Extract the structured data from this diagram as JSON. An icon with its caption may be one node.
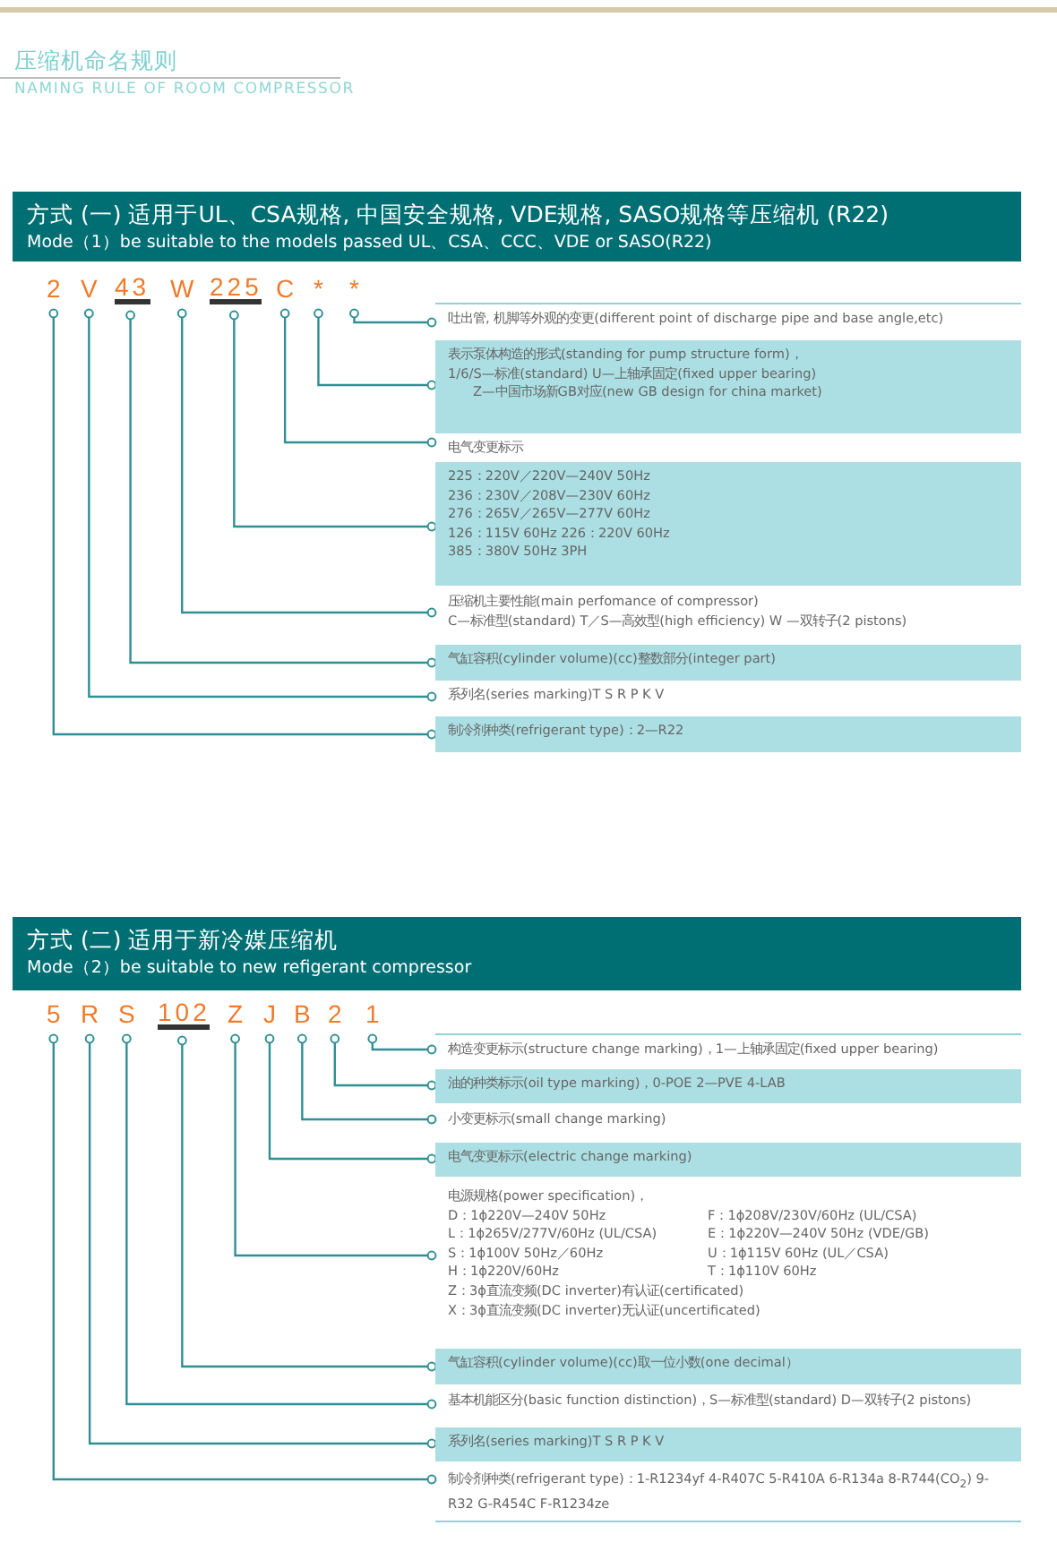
{
  "diagram": {
    "title": "压缩机命名规则",
    "nodes": [
      {
        "text": [
          "方式 (一) 适用于UL、CSA规格, 中国安全规格, VDE规格, SASO规格等压缩机 (R22)",
          "Mode（1）be suitable to the models passed UL、CSA、CCC、VDE or SASO(R22)"
        ]
      },
      {
        "text": [
          "2"
        ]
      },
      {
        "text": [
          "V"
        ]
      },
      {
        "text": [
          "43"
        ]
      },
      {
        "text": [
          "W"
        ]
      },
      {
        "text": [
          "225"
        ]
      },
      {
        "text": [
          "C"
        ]
      },
      {
        "text": [
          "*"
        ]
      },
      {
        "text": [
          "*"
        ]
      },
      {
        "text": [
          "吐出管, 机脚等外观的变更(different point of discharge pipe and base angle,etc)"
        ]
      },
      {
        "text": [
          "表示泵体构造的形式(standing for pump structure form)，",
          "1/6/S—标准(standard) U—上轴承固定(fixed upper bearing)",
          "Z—中国市场新GB对应(new GB design for china market)"
        ]
      },
      {
        "text": [
          "电气变更标示"
        ]
      },
      {
        "text": [
          "225：220V／220V—240V 50Hz",
          "236：230V／208V—230V 60Hz",
          "276：265V／265V—277V 60Hz",
          "126：115V 60Hz 226：220V 60Hz",
          "385：380V 50Hz 3PH"
        ]
      },
      {
        "text": [
          "压缩机主要性能(main perfomance of compressor)",
          "C—标准型(standard)  T／S—高效型(high efficiency) W —双转子(2 pistons)"
        ]
      },
      {
        "text": [
          "气缸容积(cylinder volume)(cc)整数部分(integer part)"
        ]
      },
      {
        "text": [
          "系列名(series marking)T S R P K V"
        ]
      },
      {
        "text": [
          "制冷剂种类(refrigerant type)：2—R22"
        ]
      },
      {
        "text": [
          "方式 (二) 适用于新冷媒压缩机",
          "Mode（2）be suitable to new refigerant compressor"
        ]
      },
      {
        "text": [
          "5"
        ]
      },
      {
        "text": [
          "R"
        ]
      },
      {
        "text": [
          "S"
        ]
      },
      {
        "text": [
          "102"
        ]
      },
      {
        "text": [
          "Z"
        ]
      },
      {
        "text": [
          "J"
        ]
      },
      {
        "text": [
          "B"
        ]
      },
      {
        "text": [
          "2"
        ]
      },
      {
        "text": [
          "1"
        ]
      },
      {
        "text": [
          "构造变更标示(structure change marking)，1—上轴承固定(fixed upper bearing)"
        ]
      },
      {
        "text": [
          "油的种类标示(oil type marking)，0-POE  2—PVE  4-LAB"
        ]
      },
      {
        "text": [
          "小变更标示(small change marking)"
        ]
      },
      {
        "text": [
          "电气变更标示(electric change marking)"
        ]
      },
      {
        "text": [
          "电源规格(power specification)，",
          "D：1ϕ220V—240V 50Hz",
          "F：1ϕ208V/230V/60Hz (UL/CSA)",
          "L：1ϕ265V/277V/60Hz (UL/CSA)",
          "E：1ϕ220V—240V 50Hz (VDE/GB)",
          "S：1ϕ100V 50Hz／60Hz",
          "U：1ϕ115V 60Hz (UL／CSA)",
          "H：1ϕ220V/60Hz",
          "T：1ϕ110V 60Hz",
          "Z：3ϕ直流变频(DC inverter)有认证(certificated)",
          "X：3ϕ直流变频(DC inverter)无认证(uncertificated)"
        ]
      },
      {
        "text": [
          "气缸容积(cylinder volume)(cc)取一位小数(one decimal）"
        ]
      },
      {
        "text": [
          "基本机能区分(basic function distinction)，S—标准型(standard) D—双转子(2 pistons)"
        ]
      },
      {
        "text": [
          "系列名(series marking)T S R P K V"
        ]
      },
      {
        "text": [
          "制冷剂种类(refrigerant type)：1-R1234yf 4-R407C 5-R410A 6-R134a 8-R744(CO$_{2}$) 9-R32 G-R454C F-R1234ze"
        ]
      }
    ],
    "edges": [
      {
        "from": 1,
        "to": 16,
        "arrow": "other"
      },
      {
        "from": 2,
        "to": 15,
        "arrow": "other"
      },
      {
        "from": 3,
        "to": 14,
        "arrow": "other"
      },
      {
        "from": 4,
        "to": 13,
        "arrow": "other"
      },
      {
        "from": 5,
        "to": 12,
        "arrow": "other"
      },
      {
        "from": 6,
        "to": 11,
        "arrow": "other"
      },
      {
        "from": 7,
        "to": 10,
        "arrow": "other"
      },
      {
        "from": 8,
        "to": 9,
        "arrow": "other"
      },
      {
        "from": 18,
        "to": 35,
        "arrow": "other"
      },
      {
        "from": 19,
        "to": 34,
        "arrow": "other"
      },
      {
        "from": 20,
        "to": 33,
        "arrow": "other"
      },
      {
        "from": 21,
        "to": 32,
        "arrow": "other"
      },
      {
        "from": 22,
        "to": 31,
        "arrow": "other"
      },
      {
        "from": 23,
        "to": 30,
        "arrow": "other"
      },
      {
        "from": 24,
        "to": 29,
        "arrow": "other"
      },
      {
        "from": 25,
        "to": 28,
        "arrow": "other"
      },
      {
        "from": 26,
        "to": 27,
        "arrow": "other"
      }
    ],
    "labels": [
      "NAMING RULE OF ROOM COMPRESSOR"
    ]
  }
}
